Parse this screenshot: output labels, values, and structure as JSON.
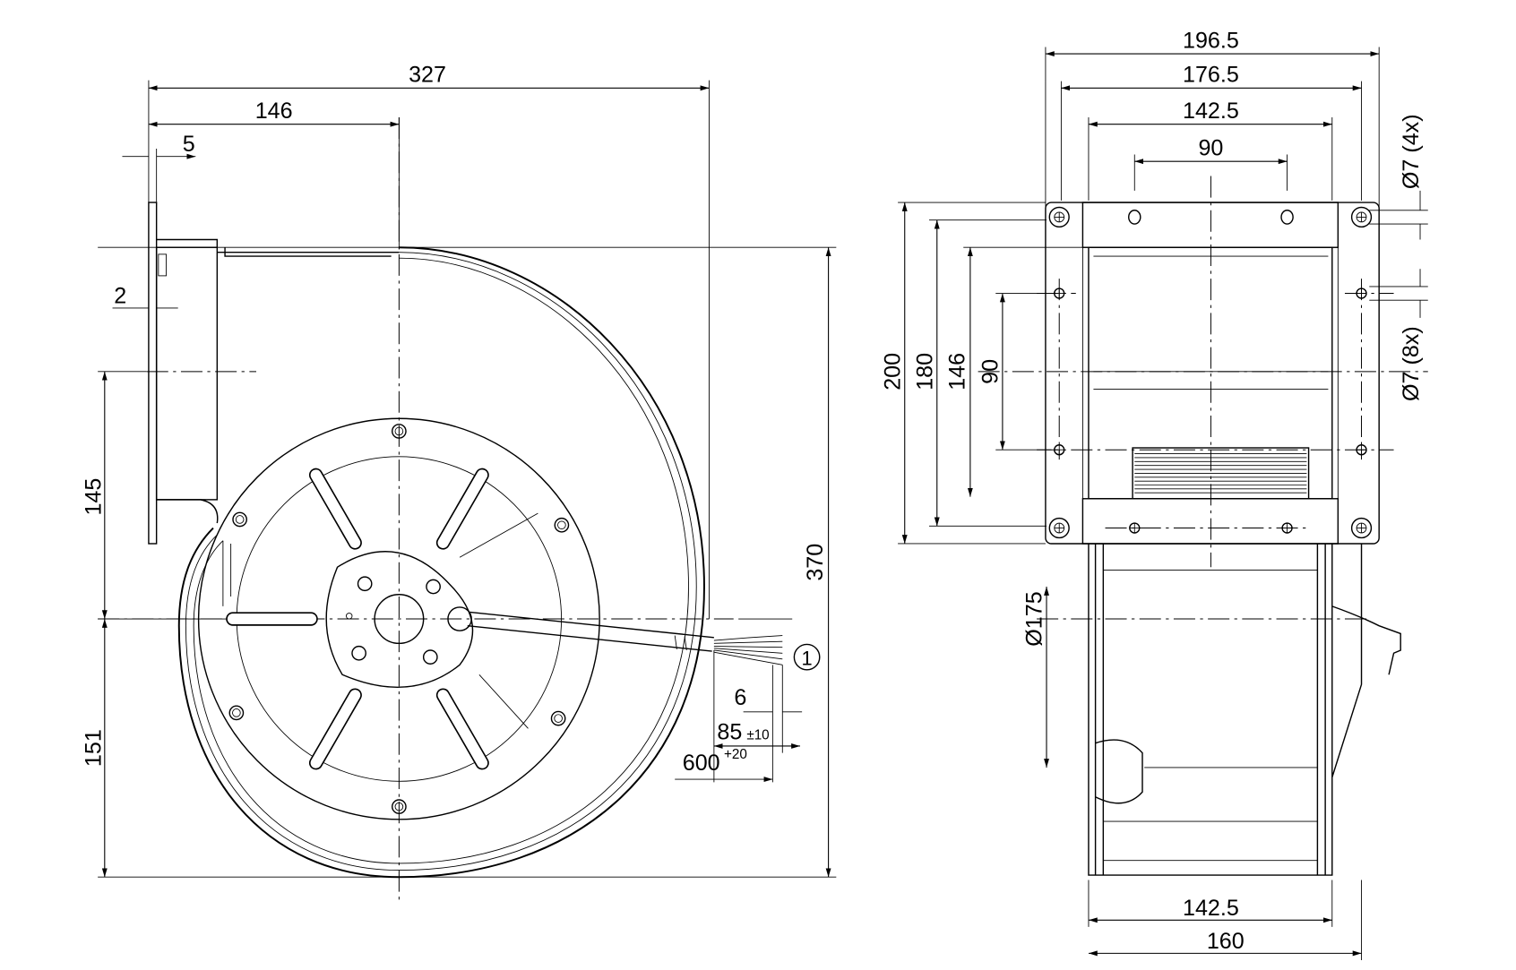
{
  "side_view": {
    "dims": {
      "width_total": "327",
      "to_center": "146",
      "flange_offset": "5",
      "flange_thickness": "2",
      "inlet_axis_height": "145",
      "lower_height": "151",
      "total_height": "370",
      "wire_strip": "6",
      "wire_length": "85",
      "wire_length_tol": "±10",
      "cable_length": "600",
      "cable_length_tol": "+20"
    },
    "callout": "1"
  },
  "front_view": {
    "dims": {
      "flange_width": "196.5",
      "hole_spacing_outer": "176.5",
      "housing_width": "142.5",
      "top_hole_spacing": "90",
      "flange_height": "200",
      "hole_spacing_vertical": "180",
      "opening_height": "146",
      "side_hole_spacing": "90",
      "hole_note_corner": "Ø7 (4x)",
      "hole_note_side": "Ø7 (8x)",
      "wheel_diameter": "Ø175",
      "bottom_width_inner": "142.5",
      "bottom_width_outer": "160"
    }
  }
}
